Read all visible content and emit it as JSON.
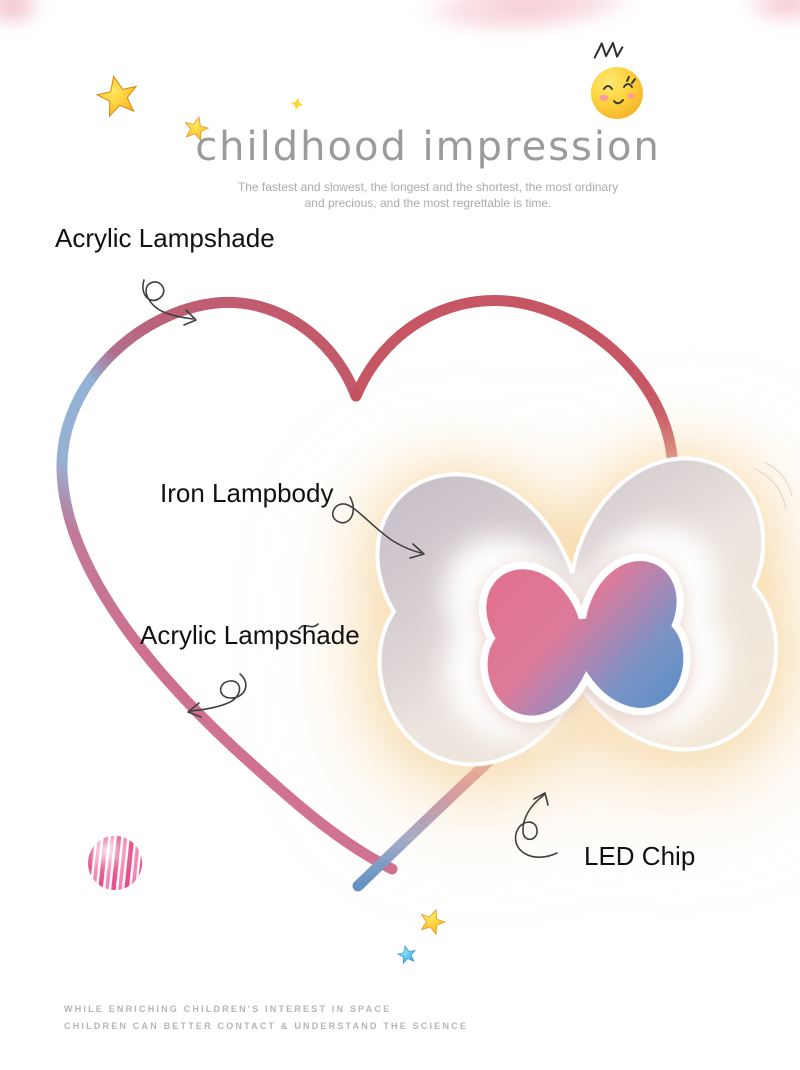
{
  "header": {
    "title": "childhood impression",
    "subtitle_line1": "The fastest and slowest, the longest and the shortest, the most ordinary",
    "subtitle_line2": "and precious, and the most regrettable is time."
  },
  "callouts": {
    "lampshade_top": "Acrylic Lampshade",
    "iron_lampbody": "Iron Lampbody",
    "lampshade_mid": "Acrylic Lampshade",
    "led_chip": "LED Chip"
  },
  "footer": {
    "line1": "WHILE ENRICHING CHILDREN'S INTEREST IN SPACE",
    "line2": "CHILDREN CAN BETTER CONTACT & UNDERSTAND THE SCIENCE"
  },
  "colors": {
    "heart_red": "#c4515e",
    "heart_pink": "#cf6d8e",
    "heart_blue": "#6f9fce",
    "butterfly_pink": "#e0718e",
    "butterfly_blue": "#5e90c5",
    "glow_warm": "#f5dcae",
    "star_yellow": "#ffd43a",
    "star_blue": "#45b9e8",
    "ball_pink": "#e6528b",
    "title_gray": "#9b9b9b",
    "label_black": "#111111",
    "footer_gray": "#b5b5b5"
  },
  "decorations": {
    "icons": [
      "smiley-sun-icon",
      "crown-doodle-icon",
      "yellow-star-large-icon",
      "yellow-star-small-icon",
      "yellow-sparkle-icon",
      "yellow-star-bottom-icon",
      "blue-star-bottom-icon",
      "pink-striped-ball-icon",
      "heart-lampbody-shape",
      "butterfly-lampshade-shape"
    ]
  }
}
